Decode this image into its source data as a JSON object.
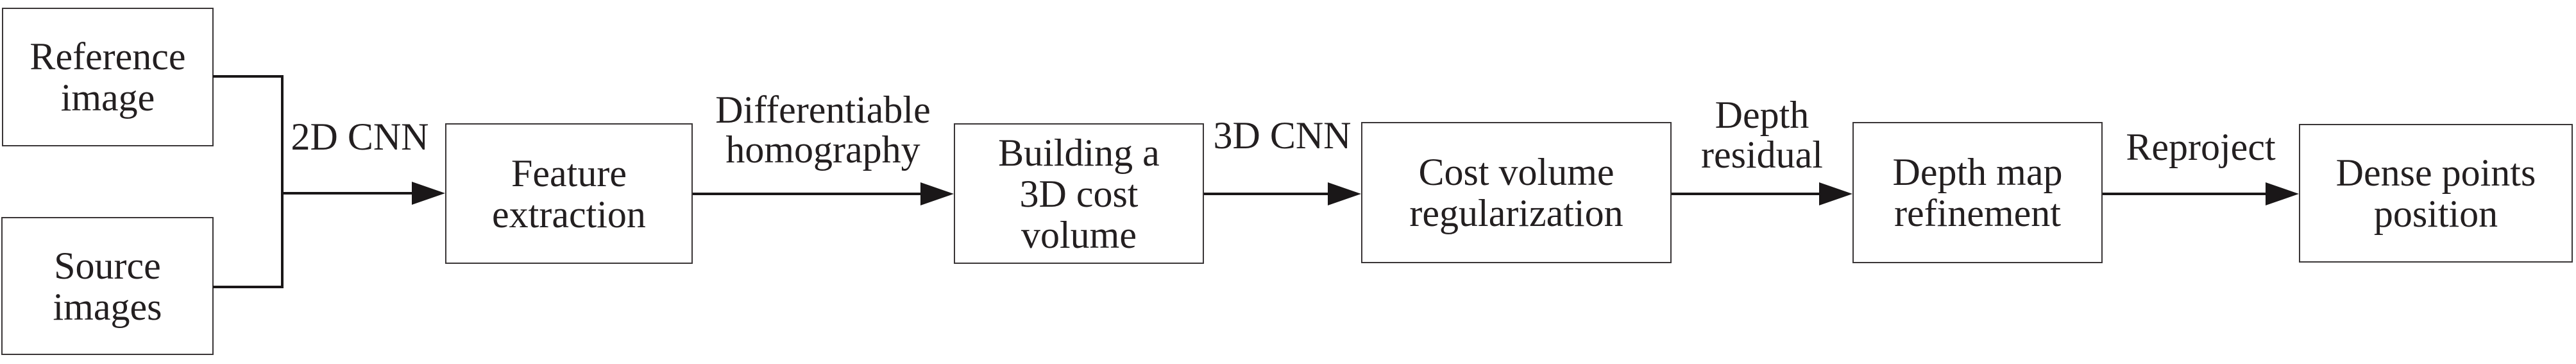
{
  "diagram": {
    "type": "flowchart",
    "colors": {
      "background": "#ffffff",
      "box_border": "#3a3637",
      "line": "#1a1718",
      "text": "#231f20"
    },
    "boxes": [
      {
        "id": "reference-image",
        "lines": [
          "Reference",
          "image"
        ]
      },
      {
        "id": "source-images",
        "lines": [
          "Source",
          "images"
        ]
      },
      {
        "id": "feature-extraction",
        "lines": [
          "Feature",
          "extraction"
        ]
      },
      {
        "id": "building-3d-cost-volume",
        "lines": [
          "Building a",
          "3D cost",
          "volume"
        ]
      },
      {
        "id": "cost-volume-regularization",
        "lines": [
          "Cost volume",
          "regularization"
        ]
      },
      {
        "id": "depth-map-refinement",
        "lines": [
          "Depth map",
          "refinement"
        ]
      },
      {
        "id": "dense-points-position",
        "lines": [
          "Dense points",
          "position"
        ]
      }
    ],
    "arrows": [
      {
        "id": "arrow-2d-cnn",
        "from": "reference-image + source-images (merged)",
        "to": "feature-extraction",
        "label_lines": [
          "2D CNN"
        ]
      },
      {
        "id": "arrow-differentiable-homography",
        "from": "feature-extraction",
        "to": "building-3d-cost-volume",
        "label_lines": [
          "Differentiable",
          "homography"
        ]
      },
      {
        "id": "arrow-3d-cnn",
        "from": "building-3d-cost-volume",
        "to": "cost-volume-regularization",
        "label_lines": [
          "3D CNN"
        ]
      },
      {
        "id": "arrow-depth-residual",
        "from": "cost-volume-regularization",
        "to": "depth-map-refinement",
        "label_lines": [
          "Depth",
          "residual"
        ]
      },
      {
        "id": "arrow-reproject",
        "from": "depth-map-refinement",
        "to": "dense-points-position",
        "label_lines": [
          "Reproject"
        ]
      }
    ]
  }
}
